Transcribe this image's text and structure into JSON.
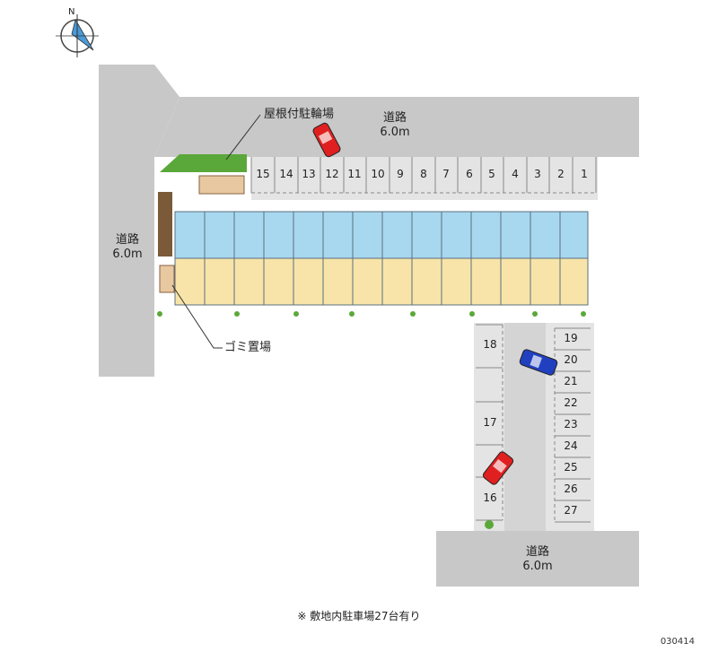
{
  "roads": {
    "north": {
      "name": "道路",
      "width": "6.0m"
    },
    "west": {
      "name": "道路",
      "width": "6.0m"
    },
    "south": {
      "name": "道路",
      "width": "6.0m"
    }
  },
  "labels": {
    "bike_shed": "屋根付駐輪場",
    "garbage": "ゴミ置場"
  },
  "parking": {
    "top_row": [
      "15",
      "14",
      "13",
      "12",
      "11",
      "10",
      "9",
      "8",
      "7",
      "6",
      "5",
      "4",
      "3",
      "2",
      "1"
    ],
    "left_col": [
      "18",
      "17",
      "16"
    ],
    "right_col": [
      "19",
      "20",
      "21",
      "22",
      "23",
      "24",
      "25",
      "26",
      "27"
    ]
  },
  "footer_note": "※ 敷地内駐車場27台有り",
  "map_code": "030414",
  "compass_letter": "N",
  "colors": {
    "road": "#c8c8c8",
    "building_blue": "#a8d8f0",
    "building_yellow": "#f8e4a8",
    "greenery": "#5aa83a",
    "car_red": "#e02020",
    "car_blue": "#2040c0"
  }
}
